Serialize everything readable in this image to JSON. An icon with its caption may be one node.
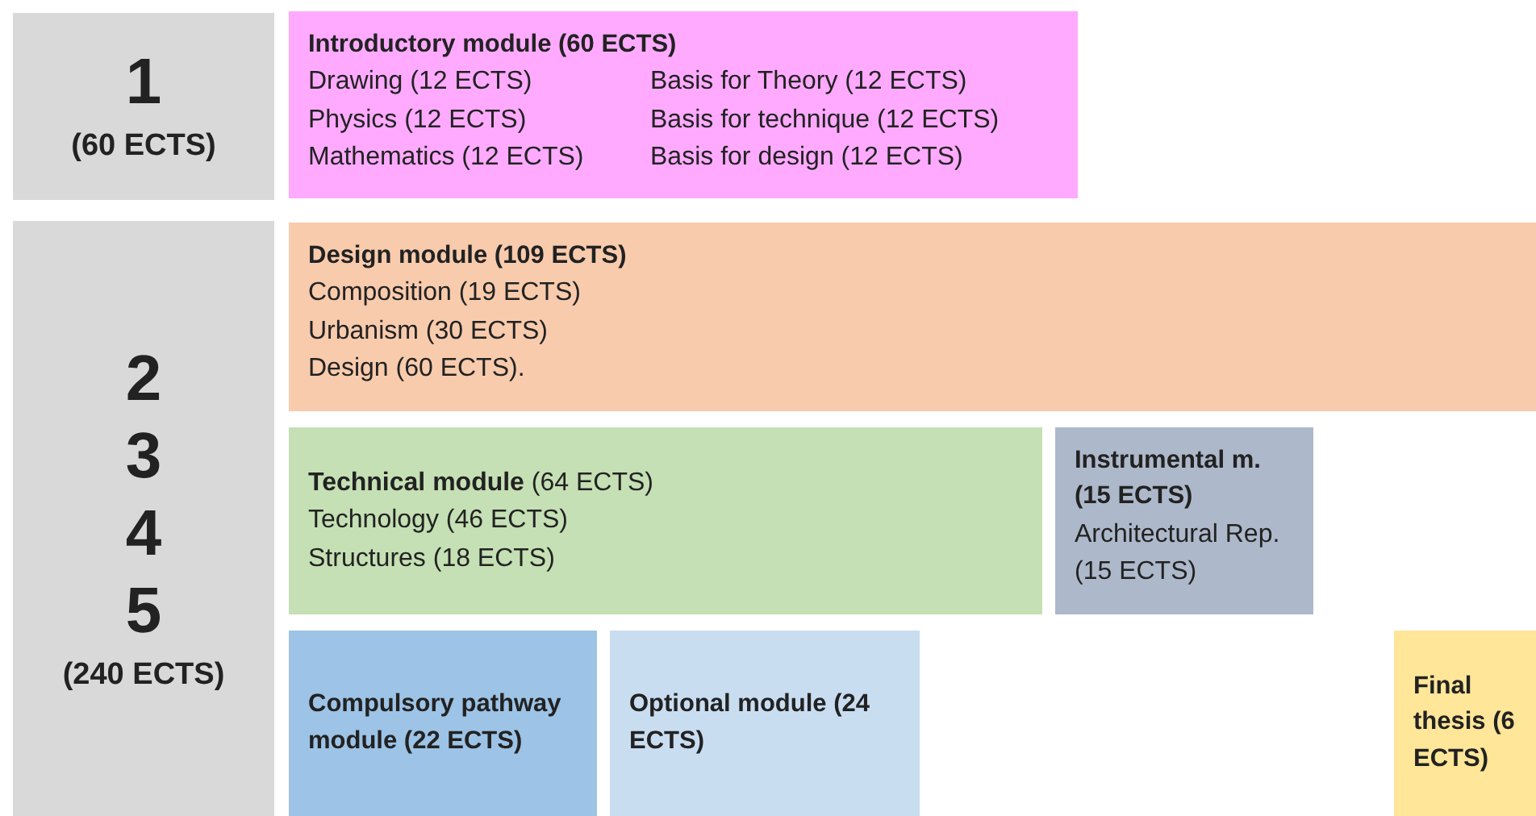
{
  "diagram": {
    "nodes": [
      {
        "text": [
          "1",
          "(60 ECTS)"
        ]
      },
      {
        "text": [
          "Introductory module (60 ECTS)",
          "Drawing (12 ECTS)",
          "Basis for Theory (12 ECTS)",
          "Physics (12 ECTS)",
          "Basis for technique (12 ECTS)",
          "Mathematics (12 ECTS)",
          "Basis for design (12 ECTS)"
        ]
      },
      {
        "text": [
          "2",
          "3",
          "4",
          "5",
          "(240 ECTS)"
        ]
      },
      {
        "text": [
          "Design module (109 ECTS)",
          "Composition  (19 ECTS)",
          "Urbanism (30 ECTS)",
          "Design (60 ECTS)."
        ]
      },
      {
        "text": [
          "**Technical module** (64 ECTS)",
          "Technology (46 ECTS)",
          "Structures (18 ECTS)"
        ]
      },
      {
        "text": [
          "Instrumental m. (15 ECTS)",
          "Architectural Rep. (15 ECTS)"
        ]
      },
      {
        "text": [
          "Compulsory pathway module (22 ECTS)"
        ]
      },
      {
        "text": [
          "Optional module (24 ECTS)"
        ]
      },
      {
        "text": [
          "Final thesis (6 ECTS)"
        ]
      }
    ]
  }
}
